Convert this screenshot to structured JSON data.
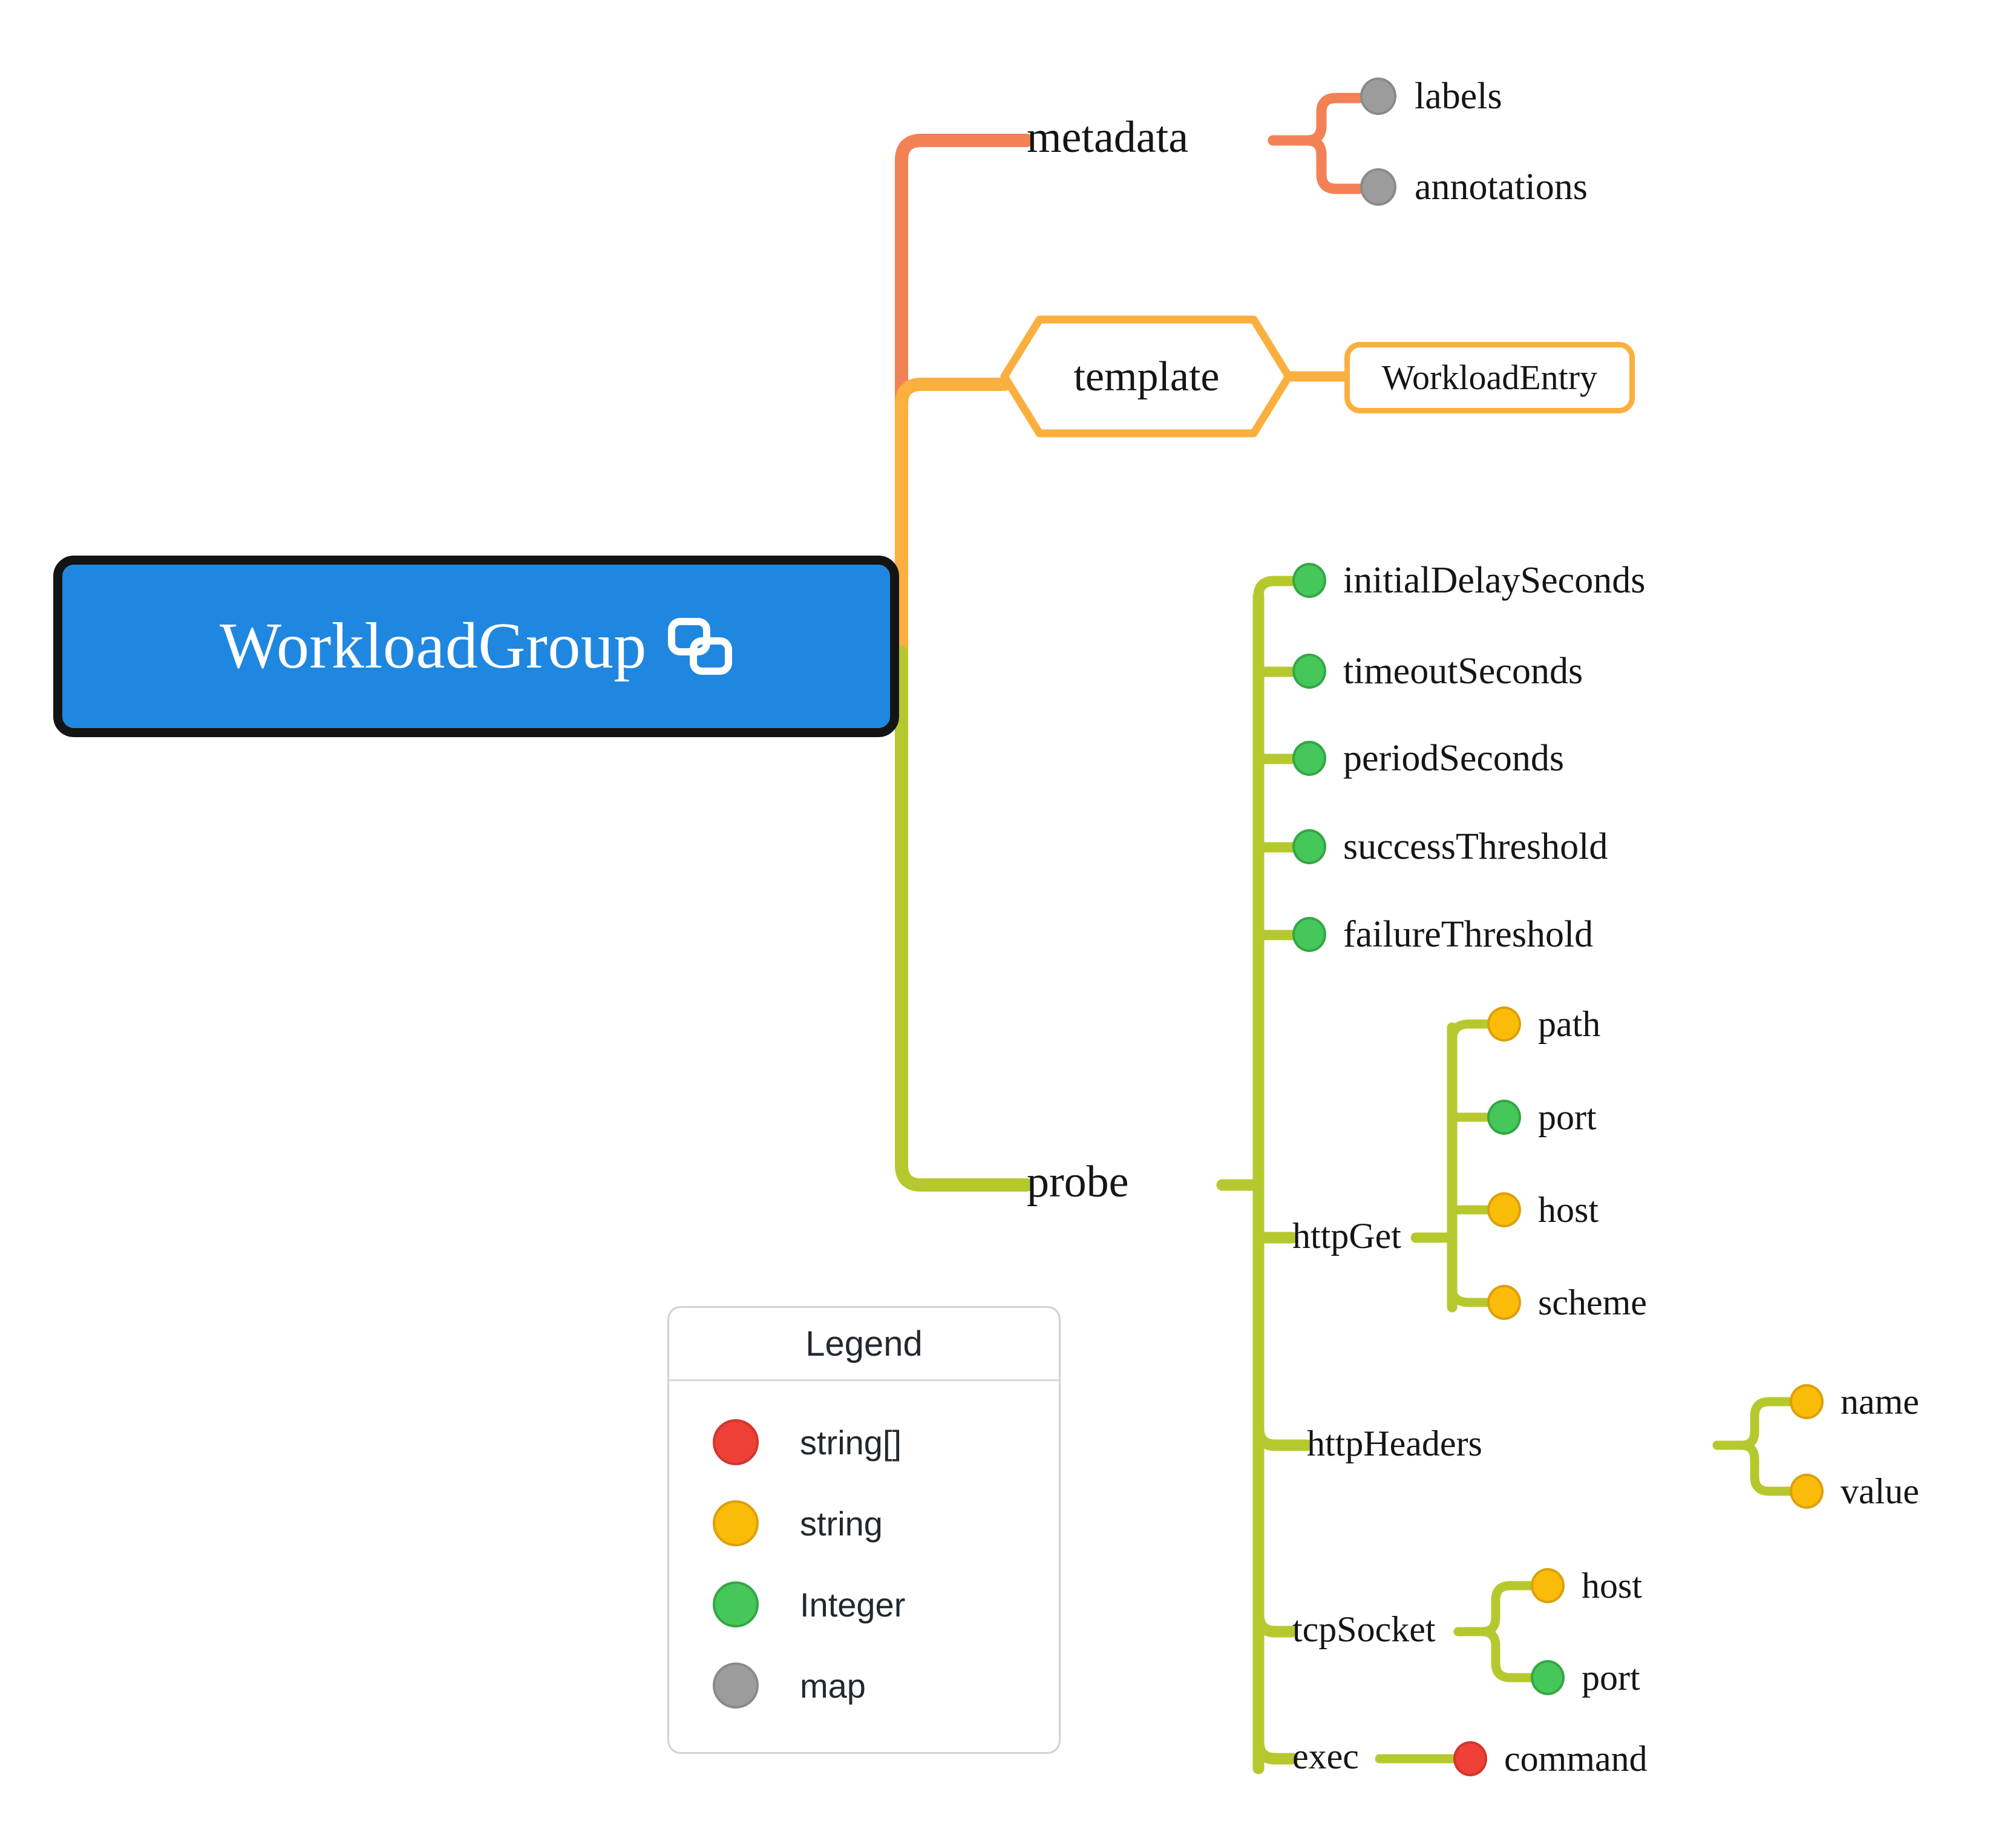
{
  "diagram": {
    "type": "mindmap",
    "root": {
      "label": "WorkloadGroup",
      "icon": "group-copy-icon",
      "fill": "#2087E0",
      "stroke": "#141414",
      "text_color": "#ffffff"
    },
    "branches": [
      {
        "id": "metadata",
        "label": "metadata",
        "color": "#F28156",
        "children": [
          {
            "label": "labels",
            "type": "map",
            "dot_color": "#9C9C9C"
          },
          {
            "label": "annotations",
            "type": "map",
            "dot_color": "#9C9C9C"
          }
        ]
      },
      {
        "id": "template",
        "label": "template",
        "color": "#FBAF3F",
        "shape": "hexagon",
        "children": [
          {
            "label": "WorkloadEntry",
            "shape": "rounded-rect"
          }
        ]
      },
      {
        "id": "probe",
        "label": "probe",
        "color": "#B5C92E",
        "children": [
          {
            "label": "initialDelaySeconds",
            "type": "Integer",
            "dot_color": "#45C75A"
          },
          {
            "label": "timeoutSeconds",
            "type": "Integer",
            "dot_color": "#45C75A"
          },
          {
            "label": "periodSeconds",
            "type": "Integer",
            "dot_color": "#45C75A"
          },
          {
            "label": "successThreshold",
            "type": "Integer",
            "dot_color": "#45C75A"
          },
          {
            "label": "failureThreshold",
            "type": "Integer",
            "dot_color": "#45C75A"
          },
          {
            "label": "httpGet",
            "children": [
              {
                "label": "path",
                "type": "string",
                "dot_color": "#FBBB09"
              },
              {
                "label": "port",
                "type": "Integer",
                "dot_color": "#45C75A"
              },
              {
                "label": "host",
                "type": "string",
                "dot_color": "#FBBB09"
              },
              {
                "label": "scheme",
                "type": "string",
                "dot_color": "#FBBB09"
              }
            ]
          },
          {
            "label": "httpHeaders",
            "children": [
              {
                "label": "name",
                "type": "string",
                "dot_color": "#FBBB09"
              },
              {
                "label": "value",
                "type": "string",
                "dot_color": "#FBBB09"
              }
            ]
          },
          {
            "label": "tcpSocket",
            "children": [
              {
                "label": "host",
                "type": "string",
                "dot_color": "#FBBB09"
              },
              {
                "label": "port",
                "type": "Integer",
                "dot_color": "#45C75A"
              }
            ]
          },
          {
            "label": "exec",
            "children": [
              {
                "label": "command",
                "type": "string[]",
                "dot_color": "#EE4037"
              }
            ]
          }
        ]
      }
    ]
  },
  "legend": {
    "title": "Legend",
    "items": [
      {
        "label": "string[]",
        "color": "#EE4037",
        "border": "#D3352D"
      },
      {
        "label": "string",
        "color": "#FBBB09",
        "border": "#DBA00A"
      },
      {
        "label": "Integer",
        "color": "#45C75A",
        "border": "#34A646"
      },
      {
        "label": "map",
        "color": "#9C9C9C",
        "border": "#8A8A8A"
      }
    ]
  }
}
